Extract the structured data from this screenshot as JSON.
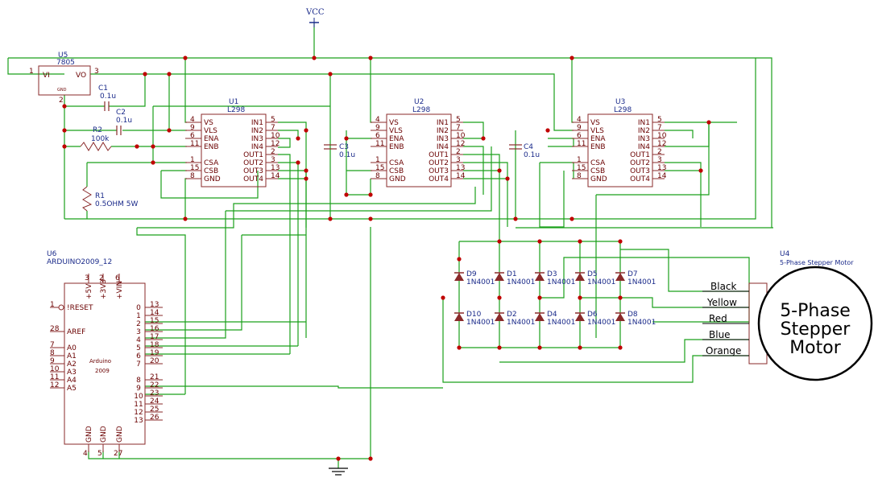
{
  "power": {
    "vcc_label": "VCC"
  },
  "regulator": {
    "ref": "U5",
    "part": "7805",
    "pin_vi": "VI",
    "pin_vo": "VO",
    "pin_gnd": "GND",
    "pin1": "1",
    "pin2": "2",
    "pin3": "3"
  },
  "caps": {
    "c1_ref": "C1",
    "c1_val": "0.1u",
    "c2_ref": "C2",
    "c2_val": "0.1u",
    "c3_ref": "C3",
    "c3_val": "0.1u",
    "c4_ref": "C4",
    "c4_val": "0.1u"
  },
  "resistors": {
    "r2_ref": "R2",
    "r2_val": "100k",
    "r1_ref": "R1",
    "r1_val": "0.5OHM 5W"
  },
  "l298": {
    "u1_ref": "U1",
    "u2_ref": "U2",
    "u3_ref": "U3",
    "part": "L298",
    "left_pins": [
      "VS",
      "VLS",
      "ENA",
      "ENB",
      "CSA",
      "CSB",
      "GND"
    ],
    "left_nums": [
      "4",
      "9",
      "6",
      "11",
      "1",
      "15",
      "8"
    ],
    "right_pins": [
      "IN1",
      "IN2",
      "IN3",
      "IN4",
      "OUT1",
      "OUT2",
      "OUT3",
      "OUT4"
    ],
    "right_nums": [
      "5",
      "7",
      "10",
      "12",
      "2",
      "3",
      "13",
      "14"
    ]
  },
  "arduino": {
    "ref": "U6",
    "part": "ARDUINO2009_12",
    "brand": "Arduino",
    "model": "2009",
    "top_labels": [
      "+5V",
      "+3V3",
      "+VIN"
    ],
    "top_nums": [
      "3",
      "2",
      "6"
    ],
    "left_labels": [
      "!RESET",
      "AREF",
      "A0",
      "A1",
      "A2",
      "A3",
      "A4",
      "A5"
    ],
    "left_nums": [
      "1",
      "28",
      "7",
      "8",
      "9",
      "10",
      "11",
      "12"
    ],
    "inner_right": [
      "0",
      "1",
      "2",
      "3",
      "4",
      "5",
      "6",
      "7",
      "8",
      "9",
      "10",
      "11",
      "12",
      "13"
    ],
    "outer_right": [
      "13",
      "14",
      "15",
      "16",
      "17",
      "18",
      "19",
      "20",
      "21",
      "22",
      "23",
      "24",
      "25",
      "26"
    ],
    "bottom_labels": [
      "GND",
      "GND",
      "GND"
    ],
    "bottom_nums": [
      "4",
      "5",
      "27"
    ]
  },
  "diodes": {
    "top_refs": [
      "D9",
      "D1",
      "D3",
      "D5",
      "D7"
    ],
    "bottom_refs": [
      "D10",
      "D2",
      "D4",
      "D6",
      "D8"
    ],
    "value": "1N4001"
  },
  "motor": {
    "ref": "U4",
    "part": "5-Phase Stepper Motor",
    "line1": "5-Phase",
    "line2": "Stepper",
    "line3": "Motor",
    "wires": [
      "Black",
      "Yellow",
      "Red",
      "Blue",
      "Orange"
    ]
  },
  "colors": {
    "wire": "#1aa01a",
    "component": "#8a2a2a",
    "junction": "#c00000",
    "net_label": "#1a2a8a"
  }
}
